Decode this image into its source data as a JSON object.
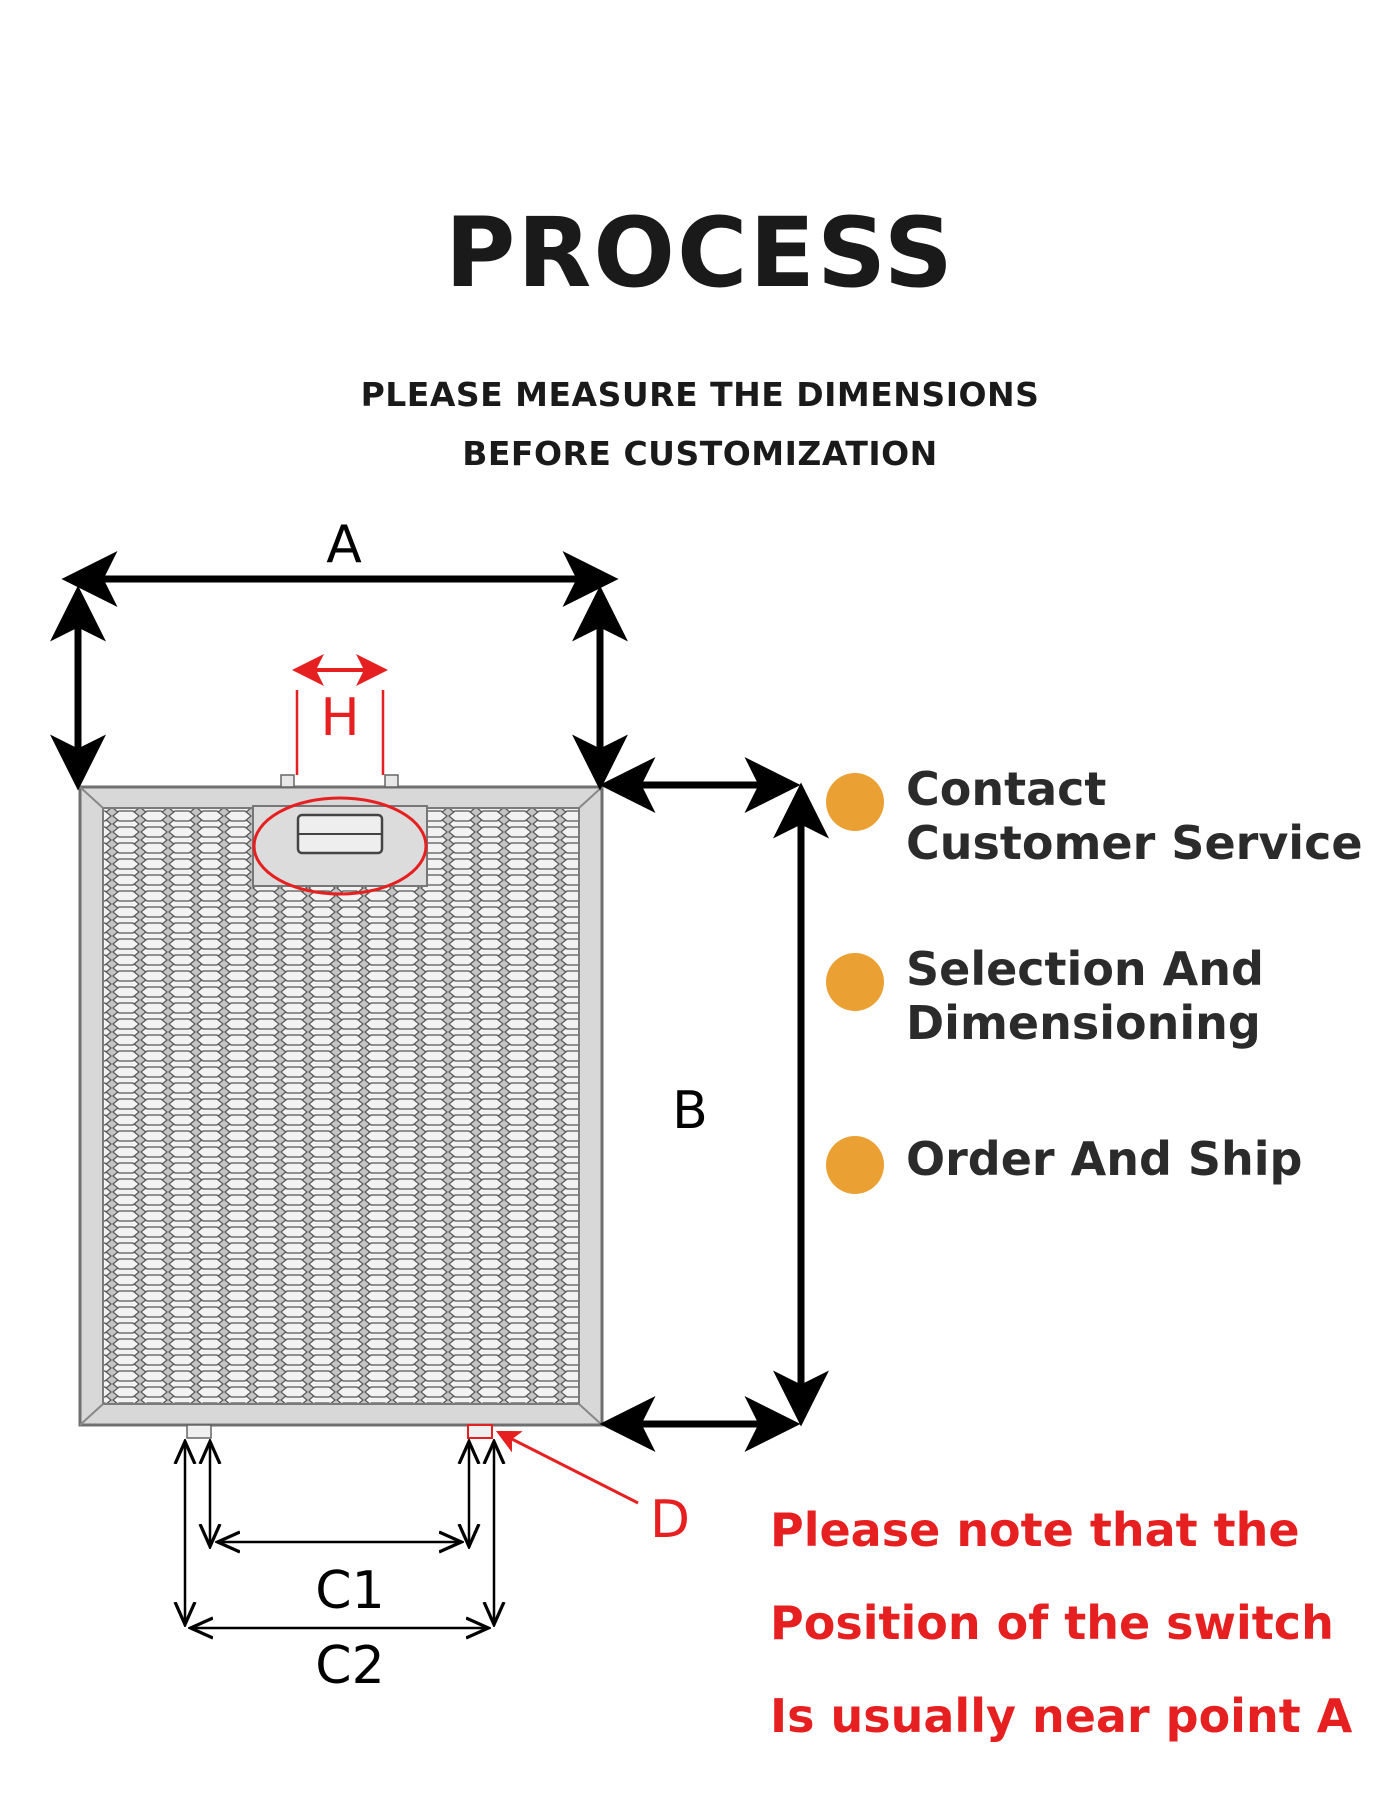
{
  "header": {
    "title": "PROCESS",
    "subtitle_line_1": "PLEASE MEASURE THE DIMENSIONS",
    "subtitle_line_2": "BEFORE CUSTOMIZATION"
  },
  "diagram": {
    "labels": {
      "a": "A",
      "b": "B",
      "h": "H",
      "d": "D",
      "c1": "C1",
      "c2": "C2"
    }
  },
  "steps": [
    {
      "label": "Contact\nCustomer Service"
    },
    {
      "label": "Selection And\nDimensioning"
    },
    {
      "label": "Order And Ship"
    }
  ],
  "note": {
    "line_1": "Please note that the",
    "line_2": "Position of the switch",
    "line_3": "Is usually near point A"
  },
  "colors": {
    "accent_dot": "#eba033",
    "note_red": "#e62020",
    "dimension_black": "#000000",
    "filter_frame": "#8a8a8a",
    "mesh_fill": "#bfbfbf"
  }
}
